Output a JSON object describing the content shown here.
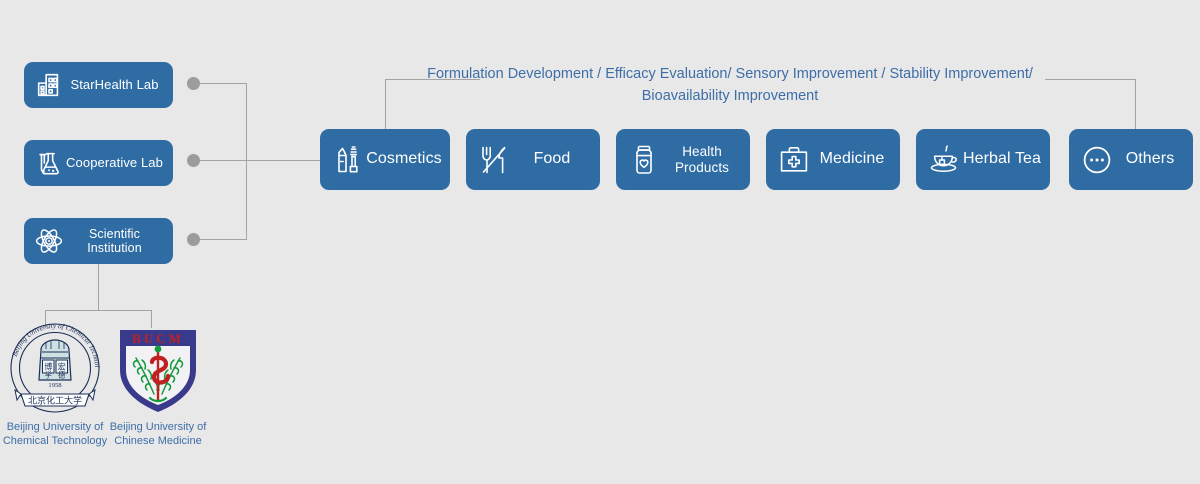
{
  "page": {
    "background_color": "#e8e8e8",
    "accent_blue": "#2f6ca4",
    "caption_color": "#3d6ea8",
    "connector_color": "#a3a3a3",
    "dot_color": "#9c9c9c"
  },
  "caption": {
    "text": "Formulation Development / Efficacy Evaluation/ Sensory Improvement / Stability Improvement/ Bioavailability Improvement"
  },
  "organizations": [
    {
      "label": "StarHealth Lab",
      "icon": "building-icon"
    },
    {
      "label": "Cooperative Lab",
      "icon": "flask-icon"
    },
    {
      "label": "Scientific Institution",
      "icon": "atom-icon"
    }
  ],
  "products": [
    {
      "label": "Cosmetics",
      "icon": "lipstick-mascara-icon"
    },
    {
      "label": "Food",
      "icon": "fork-knife-icon"
    },
    {
      "label": "Health Products",
      "icon": "supplement-bottle-icon"
    },
    {
      "label": "Medicine",
      "icon": "first-aid-kit-icon"
    },
    {
      "label": "Herbal Tea",
      "icon": "teacup-icon"
    },
    {
      "label": "Others",
      "icon": "ellipsis-circle-icon"
    }
  ],
  "logos": [
    {
      "caption": "Beijing University of Chemical Technology",
      "ring_text": "Beijing University of Chemical Technology",
      "year": "1958",
      "icon": "buct-seal-logo"
    },
    {
      "caption": "Beijing University of Chinese Medicine",
      "ring_text": "BUCM",
      "icon": "bucm-shield-logo"
    }
  ]
}
